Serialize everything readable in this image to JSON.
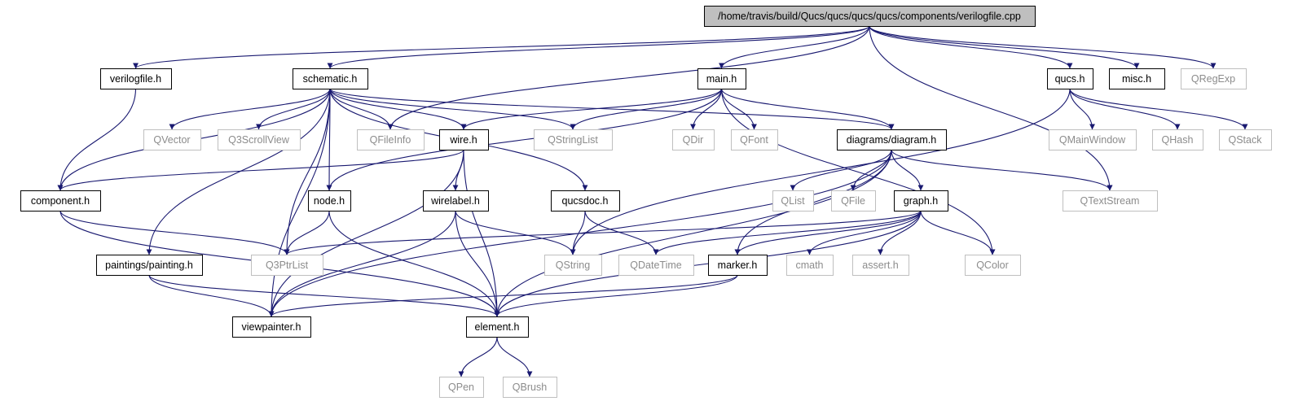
{
  "colors": {
    "edge": "#191970",
    "root_fill": "#bfbfbf",
    "project_border": "#000000",
    "external_border": "#bfbfbf",
    "project_text": "#000000",
    "external_text": "#8c8c8c"
  },
  "nodes": [
    {
      "id": "root",
      "label": "/home/travis/build/Qucs/qucs/qucs/qucs/components/verilogfile.cpp",
      "kind": "root"
    },
    {
      "id": "verilogfile",
      "label": "verilogfile.h",
      "kind": "project"
    },
    {
      "id": "schematic",
      "label": "schematic.h",
      "kind": "project"
    },
    {
      "id": "main",
      "label": "main.h",
      "kind": "project"
    },
    {
      "id": "qucs",
      "label": "qucs.h",
      "kind": "project"
    },
    {
      "id": "misc",
      "label": "misc.h",
      "kind": "project"
    },
    {
      "id": "qregexp",
      "label": "QRegExp",
      "kind": "external"
    },
    {
      "id": "qvector",
      "label": "QVector",
      "kind": "external"
    },
    {
      "id": "q3scrollview",
      "label": "Q3ScrollView",
      "kind": "external"
    },
    {
      "id": "qfileinfo",
      "label": "QFileInfo",
      "kind": "external"
    },
    {
      "id": "wire",
      "label": "wire.h",
      "kind": "project"
    },
    {
      "id": "qstringlist",
      "label": "QStringList",
      "kind": "external"
    },
    {
      "id": "qdir",
      "label": "QDir",
      "kind": "external"
    },
    {
      "id": "qfont",
      "label": "QFont",
      "kind": "external"
    },
    {
      "id": "diagram",
      "label": "diagrams/diagram.h",
      "kind": "project"
    },
    {
      "id": "qmainwindow",
      "label": "QMainWindow",
      "kind": "external"
    },
    {
      "id": "qhash",
      "label": "QHash",
      "kind": "external"
    },
    {
      "id": "qstack",
      "label": "QStack",
      "kind": "external"
    },
    {
      "id": "component",
      "label": "component.h",
      "kind": "project"
    },
    {
      "id": "node",
      "label": "node.h",
      "kind": "project"
    },
    {
      "id": "wirelabel",
      "label": "wirelabel.h",
      "kind": "project"
    },
    {
      "id": "qucsdoc",
      "label": "qucsdoc.h",
      "kind": "project"
    },
    {
      "id": "qlist",
      "label": "QList",
      "kind": "external"
    },
    {
      "id": "qfile",
      "label": "QFile",
      "kind": "external"
    },
    {
      "id": "graph",
      "label": "graph.h",
      "kind": "project"
    },
    {
      "id": "qtextstream",
      "label": "QTextStream",
      "kind": "external"
    },
    {
      "id": "painting",
      "label": "paintings/painting.h",
      "kind": "project"
    },
    {
      "id": "q3ptrlist",
      "label": "Q3PtrList",
      "kind": "external"
    },
    {
      "id": "qstring",
      "label": "QString",
      "kind": "external"
    },
    {
      "id": "qdatetime",
      "label": "QDateTime",
      "kind": "external"
    },
    {
      "id": "marker",
      "label": "marker.h",
      "kind": "project"
    },
    {
      "id": "cmath",
      "label": "cmath",
      "kind": "external"
    },
    {
      "id": "asserth",
      "label": "assert.h",
      "kind": "external"
    },
    {
      "id": "qcolor",
      "label": "QColor",
      "kind": "external"
    },
    {
      "id": "viewpainter",
      "label": "viewpainter.h",
      "kind": "project"
    },
    {
      "id": "element",
      "label": "element.h",
      "kind": "project"
    },
    {
      "id": "qpen",
      "label": "QPen",
      "kind": "external"
    },
    {
      "id": "qbrush",
      "label": "QBrush",
      "kind": "external"
    }
  ],
  "edges": [
    [
      "root",
      "verilogfile"
    ],
    [
      "root",
      "schematic"
    ],
    [
      "root",
      "main"
    ],
    [
      "root",
      "qucs"
    ],
    [
      "root",
      "misc"
    ],
    [
      "root",
      "qregexp"
    ],
    [
      "root",
      "qfileinfo"
    ],
    [
      "root",
      "qtextstream"
    ],
    [
      "verilogfile",
      "component"
    ],
    [
      "schematic",
      "qvector"
    ],
    [
      "schematic",
      "q3scrollview"
    ],
    [
      "schematic",
      "qfileinfo"
    ],
    [
      "schematic",
      "wire"
    ],
    [
      "schematic",
      "qstringlist"
    ],
    [
      "schematic",
      "diagram"
    ],
    [
      "schematic",
      "component"
    ],
    [
      "schematic",
      "node"
    ],
    [
      "schematic",
      "qucsdoc"
    ],
    [
      "schematic",
      "painting"
    ],
    [
      "schematic",
      "q3ptrlist"
    ],
    [
      "schematic",
      "viewpainter"
    ],
    [
      "main",
      "wire"
    ],
    [
      "main",
      "qstringlist"
    ],
    [
      "main",
      "qdir"
    ],
    [
      "main",
      "qfont"
    ],
    [
      "main",
      "diagram"
    ],
    [
      "main",
      "node"
    ],
    [
      "main",
      "qcolor"
    ],
    [
      "qucs",
      "qmainwindow"
    ],
    [
      "qucs",
      "qhash"
    ],
    [
      "qucs",
      "qstack"
    ],
    [
      "qucs",
      "qstring"
    ],
    [
      "wire",
      "component"
    ],
    [
      "wire",
      "wirelabel"
    ],
    [
      "wire",
      "element"
    ],
    [
      "wire",
      "viewpainter"
    ],
    [
      "diagram",
      "qlist"
    ],
    [
      "diagram",
      "qfile"
    ],
    [
      "diagram",
      "graph"
    ],
    [
      "diagram",
      "qtextstream"
    ],
    [
      "diagram",
      "marker"
    ],
    [
      "diagram",
      "viewpainter"
    ],
    [
      "diagram",
      "element"
    ],
    [
      "component",
      "q3ptrlist"
    ],
    [
      "component",
      "element"
    ],
    [
      "node",
      "q3ptrlist"
    ],
    [
      "node",
      "element"
    ],
    [
      "wirelabel",
      "qstring"
    ],
    [
      "wirelabel",
      "element"
    ],
    [
      "wirelabel",
      "viewpainter"
    ],
    [
      "qucsdoc",
      "qstring"
    ],
    [
      "qucsdoc",
      "qdatetime"
    ],
    [
      "graph",
      "q3ptrlist"
    ],
    [
      "graph",
      "qdatetime"
    ],
    [
      "graph",
      "marker"
    ],
    [
      "graph",
      "cmath"
    ],
    [
      "graph",
      "asserth"
    ],
    [
      "graph",
      "qcolor"
    ],
    [
      "graph",
      "element"
    ],
    [
      "painting",
      "viewpainter"
    ],
    [
      "painting",
      "element"
    ],
    [
      "marker",
      "viewpainter"
    ],
    [
      "marker",
      "element"
    ],
    [
      "element",
      "qpen"
    ],
    [
      "element",
      "qbrush"
    ]
  ]
}
